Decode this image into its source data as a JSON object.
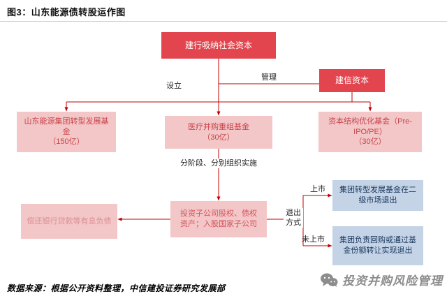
{
  "title": "图3：山东能源债转股运作图",
  "diagram": {
    "nodes": {
      "bank": "建行吸纳社会资本",
      "manager": "建信资本",
      "fund_left": "山东能源集团转型发展基金\n（150亿）",
      "fund_mid": "医疗并购重组基金\n（30亿）",
      "fund_right": "资本结构优化基金（Pre-IPO/PE）\n（30亿）",
      "invest": "投资子公司股权、债权\n资产；入股国家子公司",
      "repay": "偿还银行贷款等有息负债",
      "exit_listed": "集团转型发展基金在二级市场退出",
      "exit_unlisted": "集团负责回购或通过基金份额转让实现退出"
    },
    "labels": {
      "setup": "设立",
      "manage": "管理",
      "phased": "分阶段、分别组织实施",
      "exit_method": "退出\n方式",
      "listed": "上市",
      "unlisted": "未上市"
    }
  },
  "footer": {
    "source": "数据来源：根据公开资料整理，中信建投证券研究发展部",
    "watermark": "投资并购风险管理"
  },
  "colors": {
    "node_red": "#e2454e",
    "node_pink": "#f3c6c7",
    "node_blue": "#c4d3e6",
    "pink_text": "#c9444b",
    "blue_text": "#17375d",
    "arrow": "#c00000"
  }
}
